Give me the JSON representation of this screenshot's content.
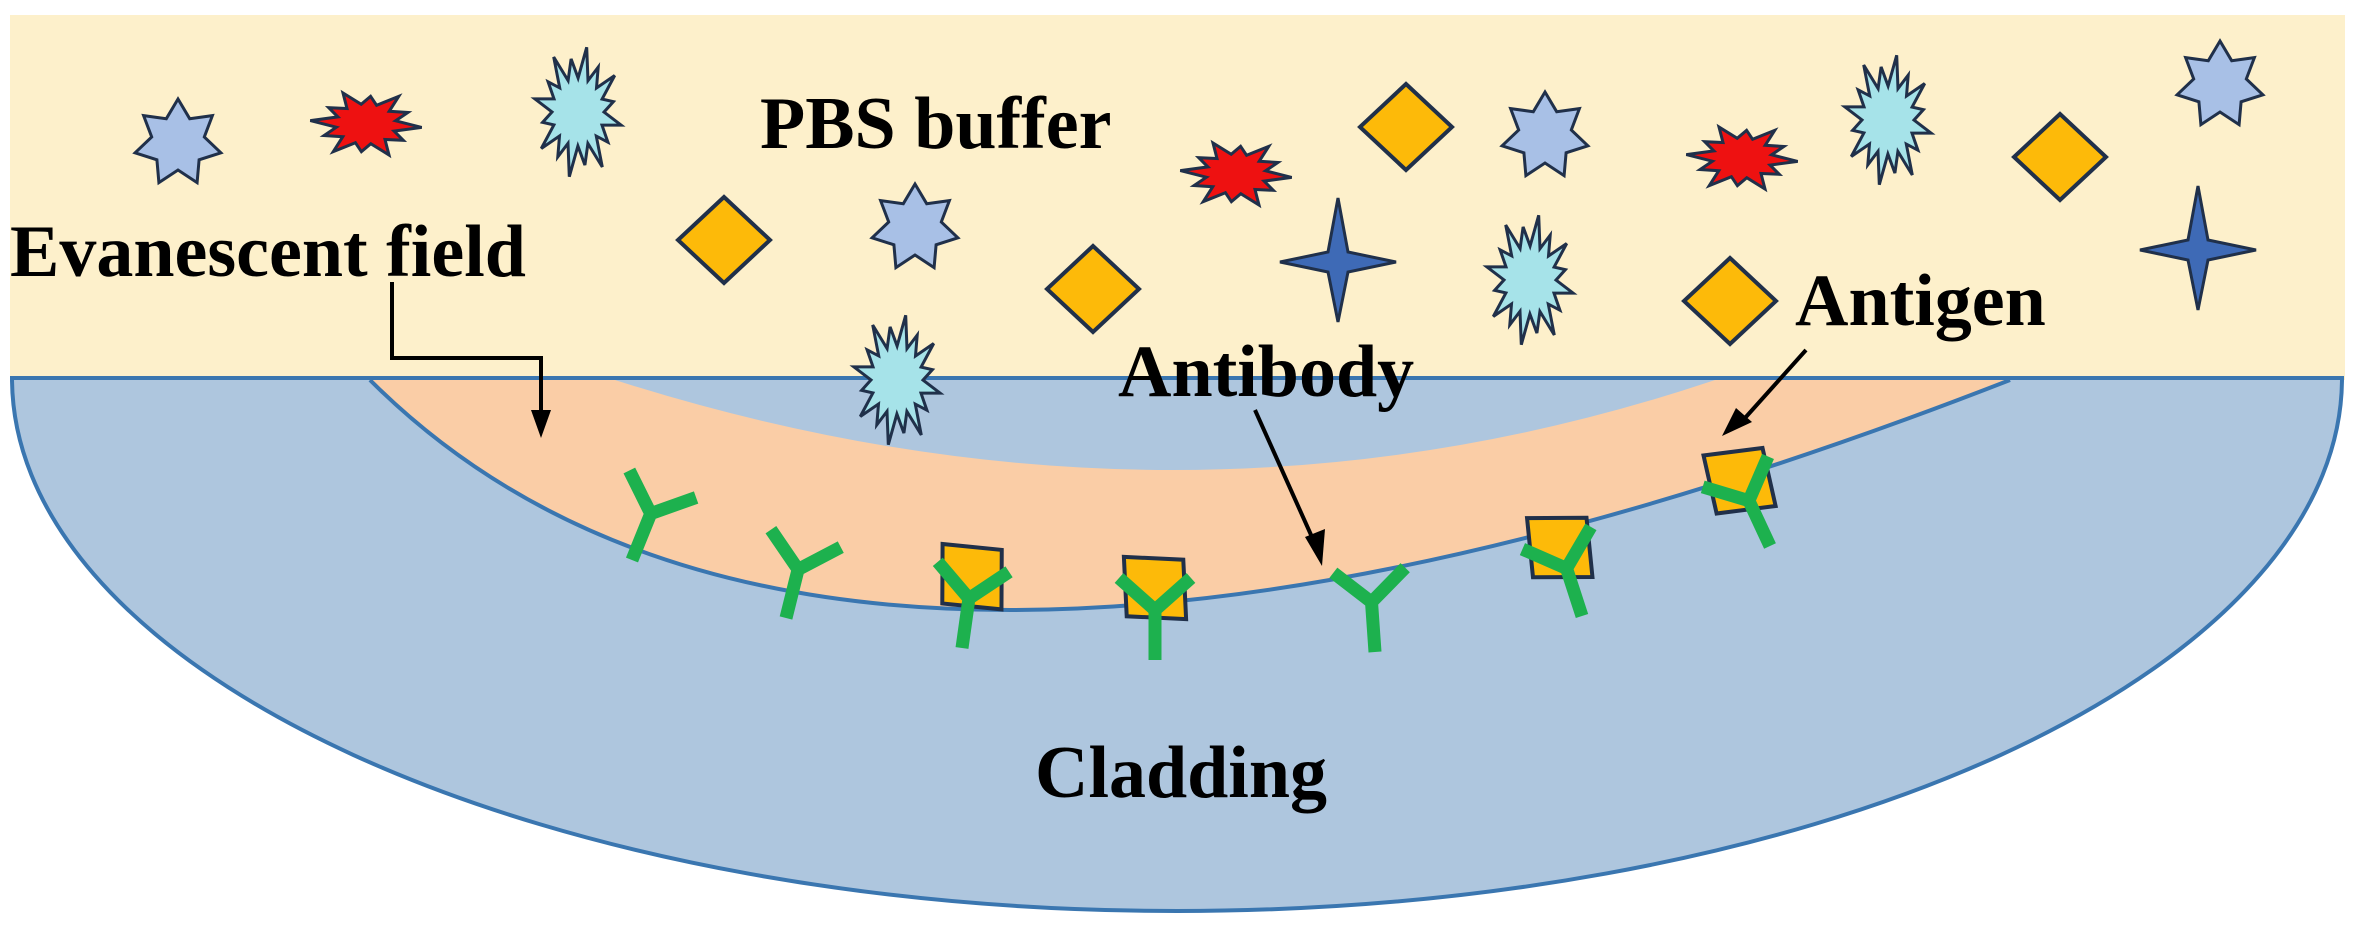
{
  "labels": {
    "pbs_buffer": "PBS buffer",
    "evanescent_field": "Evanescent field",
    "antibody": "Antibody",
    "antigen": "Antigen",
    "cladding": "Cladding"
  },
  "colors": {
    "buffer": "#FDF0CB",
    "evanescent_layer": "#FACDA6",
    "cladding": "#AEC6DE",
    "cladding_edge": "#3A76B0",
    "antibody": "#1DB14E",
    "antigen": "#FDBA09",
    "star_red": "#EE1111",
    "star_cyan": "#A6E3E9",
    "star_lavender": "#A8C0E6",
    "star_blue": "#3E6AB6",
    "outline": "#20304A"
  },
  "particle_kinds": {
    "lavender": "lavender-hexagram-icon",
    "red": "red-burst-icon",
    "cyan": "cyan-burst-icon",
    "blue": "blue-four-point-star-icon",
    "antigen": "antigen-diamond-icon"
  }
}
